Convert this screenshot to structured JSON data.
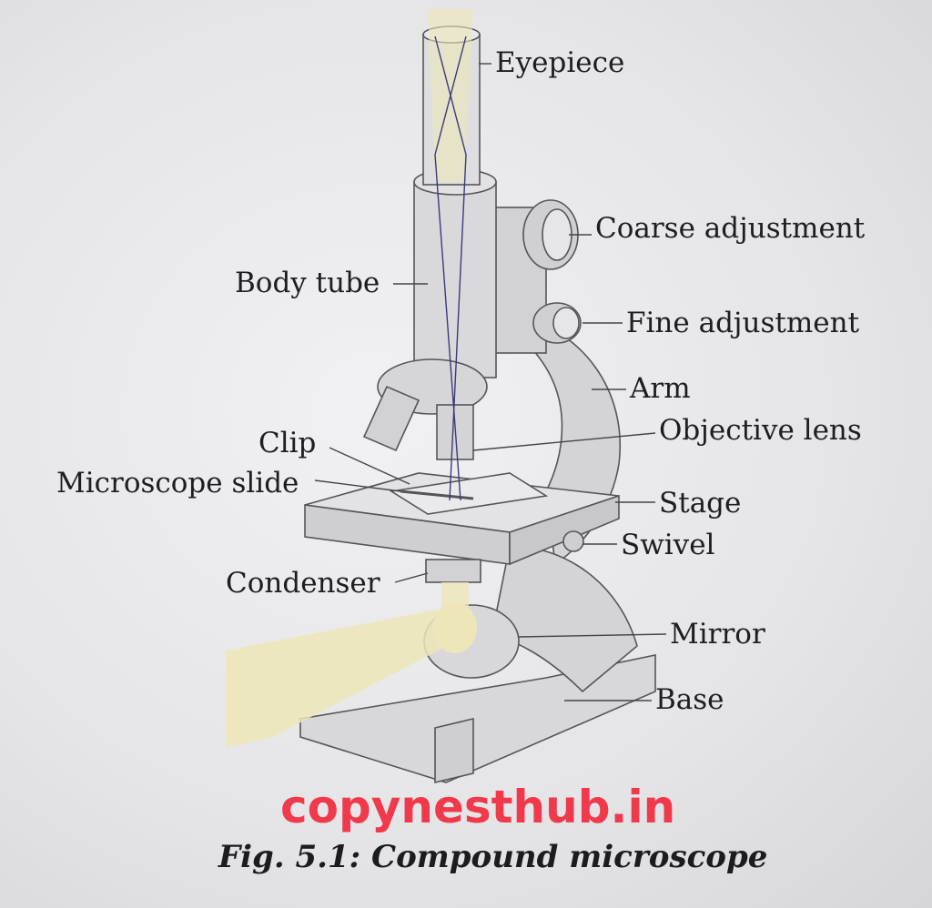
{
  "labels": {
    "eyepiece": "Eyepiece",
    "coarse_adjustment": "Coarse adjustment",
    "body_tube": "Body tube",
    "fine_adjustment": "Fine adjustment",
    "arm": "Arm",
    "objective_lens": "Objective lens",
    "clip": "Clip",
    "microscope_slide": "Microscope slide",
    "stage": "Stage",
    "swivel": "Swivel",
    "condenser": "Condenser",
    "mirror": "Mirror",
    "base": "Base"
  },
  "watermark": "copynesthub.in",
  "caption": "Fig. 5.1: Compound microscope",
  "colors": {
    "light_beam": "#ede6b8",
    "metal_fill": "#dcdcde",
    "outline": "#55555a",
    "leader": "#444449",
    "watermark": "#f03a4c"
  }
}
